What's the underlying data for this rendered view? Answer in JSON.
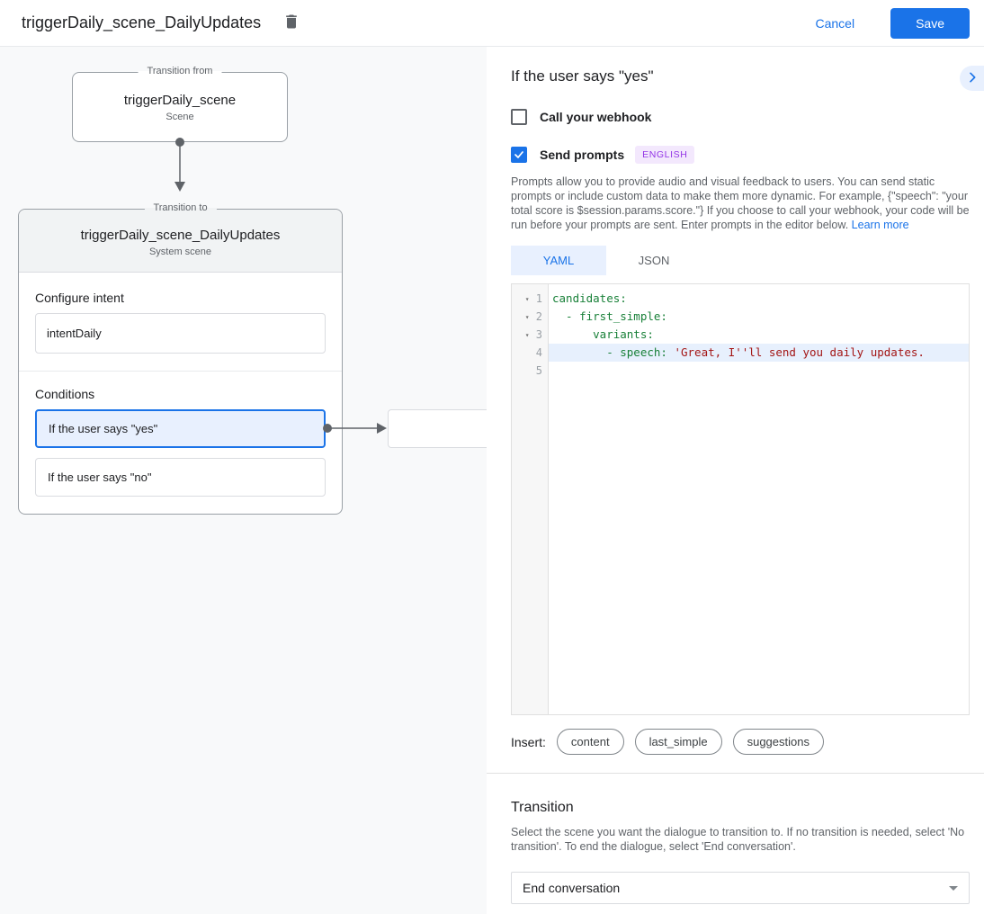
{
  "header": {
    "title": "triggerDaily_scene_DailyUpdates",
    "cancel_label": "Cancel",
    "save_label": "Save"
  },
  "colors": {
    "accent": "#1a73e8",
    "selection_bg": "#e8f0fe",
    "canvas_bg": "#f8f9fa",
    "code_key": "#188038",
    "code_string": "#a31515",
    "badge_bg": "#f3e8fd",
    "badge_text": "#9334e6"
  },
  "canvas": {
    "from_box": {
      "legend": "Transition from",
      "title": "triggerDaily_scene",
      "subtitle": "Scene"
    },
    "to_box": {
      "legend": "Transition to",
      "title": "triggerDaily_scene_DailyUpdates",
      "subtitle": "System scene",
      "intent_label": "Configure intent",
      "intent_value": "intentDaily",
      "conditions_label": "Conditions",
      "conditions": [
        {
          "label": "If the user says \"yes\"",
          "selected": true
        },
        {
          "label": "If the user says \"no\"",
          "selected": false
        }
      ]
    }
  },
  "panel": {
    "title": "If the user says \"yes\"",
    "webhook": {
      "label": "Call your webhook",
      "checked": false
    },
    "prompts": {
      "label": "Send prompts",
      "checked": true,
      "badge": "ENGLISH"
    },
    "description": "Prompts allow you to provide audio and visual feedback to users. You can send static prompts or include custom data to make them more dynamic. For example, {\"speech\": \"your total score is $session.params.score.\"} If you choose to call your webhook, your code will be run before your prompts are sent. Enter prompts in the editor below. ",
    "learn_more_label": "Learn more",
    "tabs": [
      {
        "label": "YAML",
        "active": true
      },
      {
        "label": "JSON",
        "active": false
      }
    ],
    "editor": {
      "lines": [
        {
          "num": 1,
          "fold": true,
          "highlight": false,
          "segments": [
            {
              "t": "candidates:",
              "c": "key"
            }
          ]
        },
        {
          "num": 2,
          "fold": true,
          "highlight": false,
          "segments": [
            {
              "t": "  - first_simple:",
              "c": "key"
            }
          ]
        },
        {
          "num": 3,
          "fold": true,
          "highlight": false,
          "segments": [
            {
              "t": "      variants:",
              "c": "key"
            }
          ]
        },
        {
          "num": 4,
          "fold": false,
          "highlight": true,
          "segments": [
            {
              "t": "        - speech: ",
              "c": "key"
            },
            {
              "t": "'Great, I''ll send you daily updates.",
              "c": "string"
            }
          ]
        },
        {
          "num": 5,
          "fold": false,
          "highlight": false,
          "segments": []
        }
      ]
    },
    "insert": {
      "label": "Insert:",
      "chips": [
        "content",
        "last_simple",
        "suggestions"
      ]
    },
    "transition": {
      "title": "Transition",
      "description": "Select the scene you want the dialogue to transition to. If no transition is needed, select 'No transition'. To end the dialogue, select 'End conversation'.",
      "selected_option": "End conversation"
    }
  }
}
